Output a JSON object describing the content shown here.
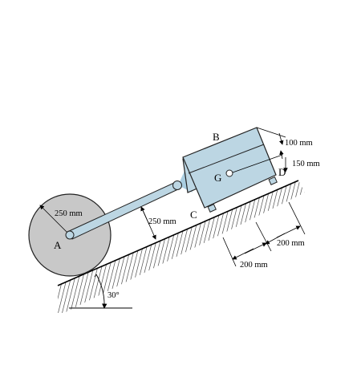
{
  "labels": {
    "point_a": "A",
    "point_b": "B",
    "point_c": "C",
    "point_d": "D",
    "point_g": "G"
  },
  "dimensions": {
    "wheel_radius": "250 mm",
    "rod_offset": "250 mm",
    "block_top_offset": "100 mm",
    "block_height_offset": "150 mm",
    "lower_span_left": "200 mm",
    "lower_span_right": "200 mm",
    "incline_angle": "30°"
  },
  "colors": {
    "wheel_fill": "#c8c8c8",
    "block_fill": "#bcd6e3",
    "rod_fill": "#bcd6e3",
    "outline": "#222222"
  }
}
